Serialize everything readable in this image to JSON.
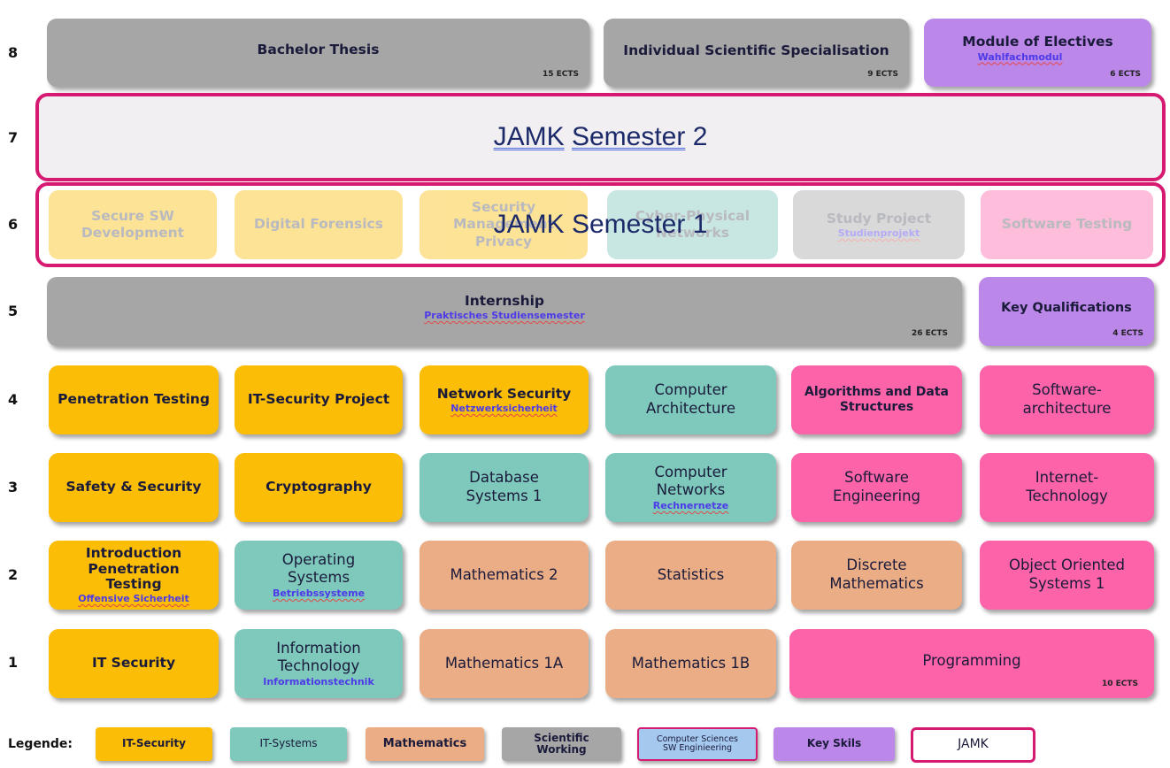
{
  "rows": [
    "8",
    "7",
    "6",
    "5",
    "4",
    "3",
    "2",
    "1"
  ],
  "row8": {
    "thesis": {
      "label": "Bachelor Thesis",
      "ects": "15 ECTS"
    },
    "spec": {
      "label": "Individual Scientific Specialisation",
      "ects": "9 ECTS"
    },
    "electives": {
      "label": "Module of Electives",
      "sub": "Wahlfachmodul",
      "ects": "6 ECTS"
    }
  },
  "jamk2": {
    "word": "JAMK",
    "underlined": "Semester",
    "num": "2"
  },
  "jamk1": {
    "word": "JAMK",
    "underlined": "Semester",
    "num": "1"
  },
  "row6": [
    {
      "label": "Secure SW Development"
    },
    {
      "label": "Digital Forensics"
    },
    {
      "label": "Security Management Privacy"
    },
    {
      "label": "Cyber-Physical Networks"
    },
    {
      "label": "Study Project",
      "sub": "Studienprojekt"
    },
    {
      "label": "Software Testing"
    }
  ],
  "row5": {
    "internship": {
      "label": "Internship",
      "sub": "Praktisches Studiensemester",
      "ects": "26 ECTS"
    },
    "keyq": {
      "label": "Key Qualifications",
      "ects": "4 ECTS"
    }
  },
  "row4": [
    {
      "label": "Penetration Testing"
    },
    {
      "label": "IT-Security Project"
    },
    {
      "label": "Network Security",
      "sub": "Netzwerksicherheit"
    },
    {
      "label": "Computer Architecture"
    },
    {
      "label": "Algorithms and Data Structures"
    },
    {
      "label": "Software-architecture"
    }
  ],
  "row3": [
    {
      "label": "Safety & Security"
    },
    {
      "label": "Cryptography"
    },
    {
      "label": "Database Systems 1"
    },
    {
      "label": "Computer Networks",
      "sub": "Rechnernetze"
    },
    {
      "label": "Software Engineering"
    },
    {
      "label": "Internet-Technology"
    }
  ],
  "row2": [
    {
      "label": "Introduction Penetration Testing",
      "sub": "Offensive Sicherheit"
    },
    {
      "label": "Operating Systems",
      "sub": "Betriebssysteme"
    },
    {
      "label": "Mathematics 2"
    },
    {
      "label": "Statistics"
    },
    {
      "label": "Discrete Mathematics"
    },
    {
      "label": "Object Oriented Systems 1"
    }
  ],
  "row1": [
    {
      "label": "IT Security"
    },
    {
      "label": "Information Technology",
      "sub": "Informationstechnik"
    },
    {
      "label": "Mathematics 1A"
    },
    {
      "label": "Mathematics 1B"
    },
    {
      "label": "Programming",
      "ects": "10 ECTS"
    }
  ],
  "legend": {
    "title": "Legende:",
    "items": [
      "IT-Security",
      "IT-Systems",
      "Mathematics",
      "Scientific Working",
      "Computer Sciences SW Enginieering",
      "Key Skils",
      "JAMK"
    ]
  },
  "colors": {
    "it_security": "#fbbd06",
    "it_systems": "#7ec8bc",
    "mathematics": "#eaad86",
    "scientific_working": "#a6a6a6",
    "computer_sciences": "#fd63a8",
    "key_skills": "#bb87e8",
    "jamk_border": "#d61a72"
  }
}
